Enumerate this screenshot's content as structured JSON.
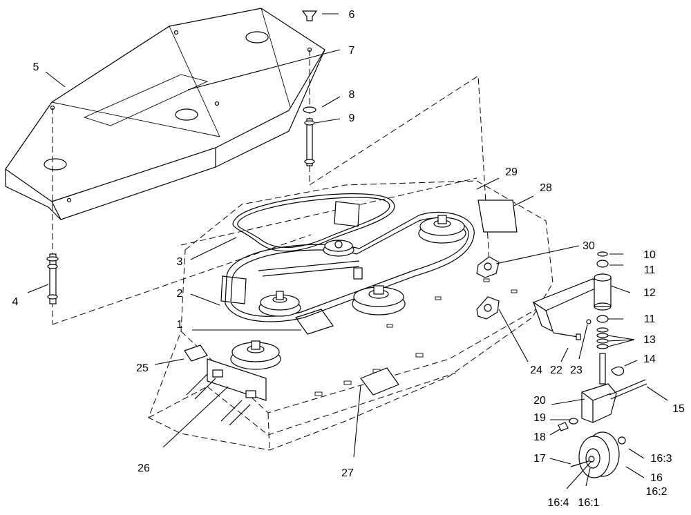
{
  "title": "",
  "labels": [
    "1",
    "2",
    "3",
    "4",
    "5",
    "6",
    "7",
    "8",
    "9",
    "10",
    "11",
    "11",
    "12",
    "13",
    "14",
    "15",
    "16",
    "16:1",
    "16:2",
    "16:3",
    "16:4",
    "17",
    "18",
    "19",
    "20",
    "22",
    "23",
    "24",
    "25",
    "26",
    "27",
    "28",
    "29",
    "30"
  ]
}
